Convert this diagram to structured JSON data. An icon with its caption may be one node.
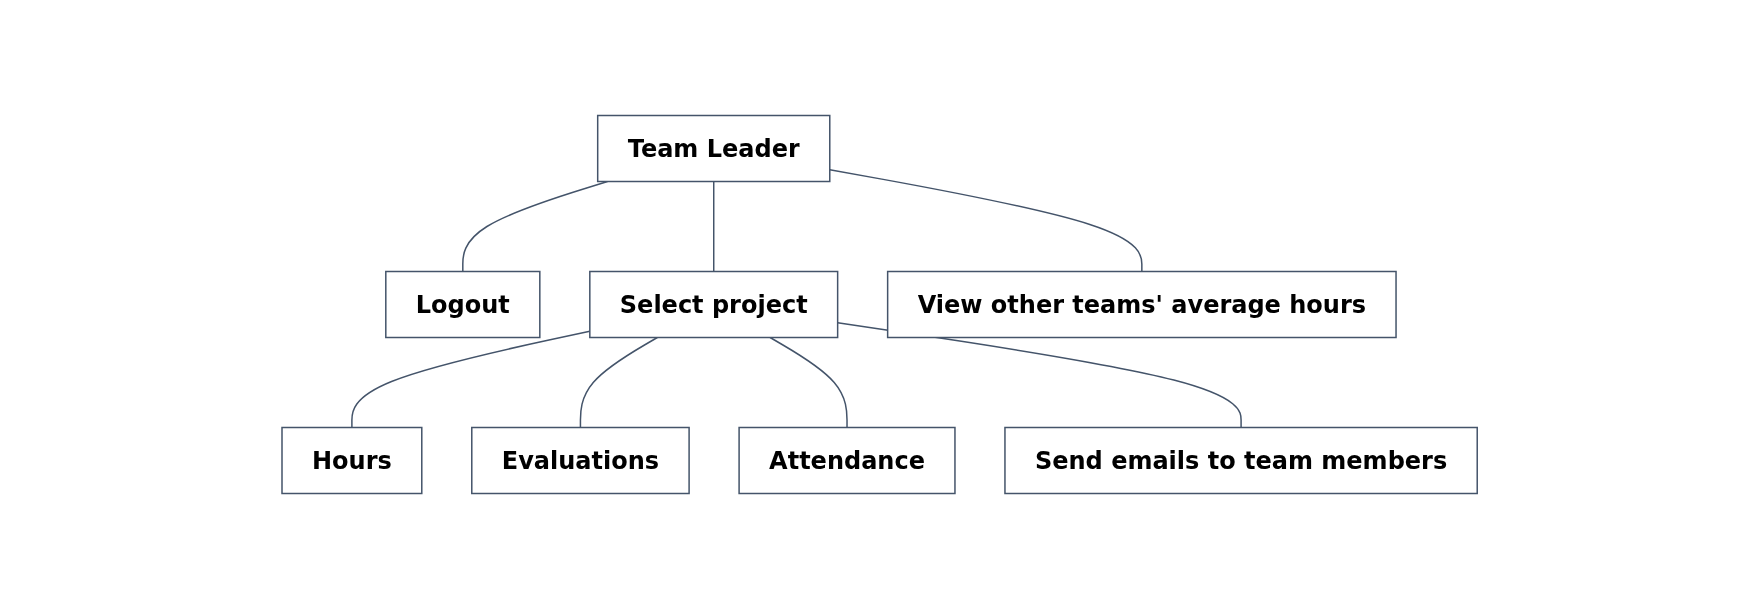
{
  "diagram": {
    "nodes": [
      {
        "text": [
          "Team Leader"
        ]
      },
      {
        "text": [
          "Logout"
        ]
      },
      {
        "text": [
          "Select project"
        ]
      },
      {
        "text": [
          "View other teams' average hours"
        ]
      },
      {
        "text": [
          "Hours"
        ]
      },
      {
        "text": [
          "Evaluations"
        ]
      },
      {
        "text": [
          "Attendance"
        ]
      },
      {
        "text": [
          "Send emails to team members"
        ]
      }
    ],
    "edges": [
      {
        "from": 0,
        "to": 1,
        "arrow": "none"
      },
      {
        "from": 0,
        "to": 2,
        "arrow": "none"
      },
      {
        "from": 0,
        "to": 3,
        "arrow": "none"
      },
      {
        "from": 2,
        "to": 4,
        "arrow": "none"
      },
      {
        "from": 2,
        "to": 5,
        "arrow": "none"
      },
      {
        "from": 2,
        "to": 6,
        "arrow": "none"
      },
      {
        "from": 2,
        "to": 7,
        "arrow": "none"
      }
    ]
  }
}
